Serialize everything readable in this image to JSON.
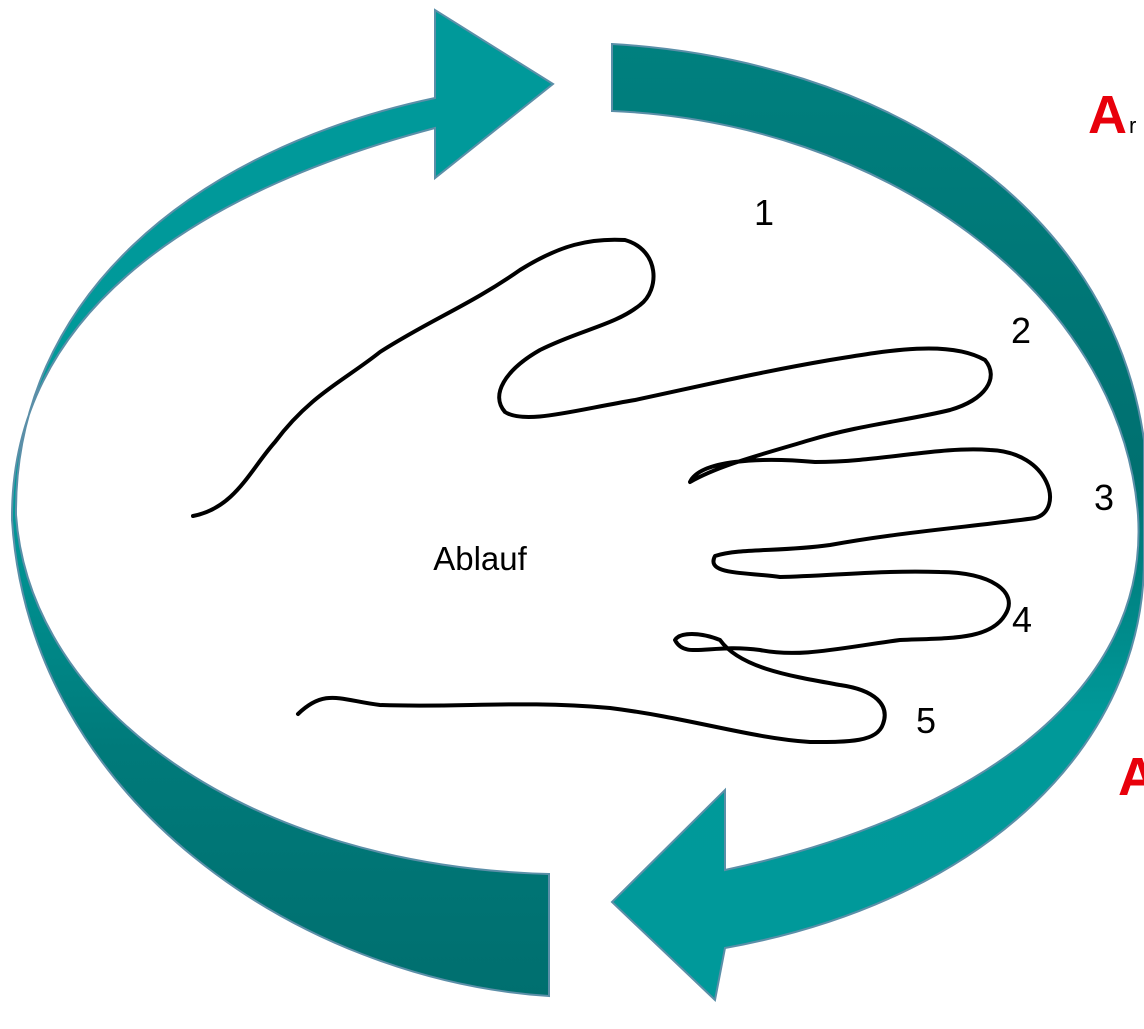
{
  "diagram": {
    "center_label": "Ablauf",
    "finger_numbers": [
      "1",
      "2",
      "3",
      "4",
      "5"
    ],
    "edge_letters": [
      "A",
      "A"
    ],
    "edge_letter_suffix": "r",
    "colors": {
      "arrow_fill_light": "#00999a",
      "arrow_fill_dark": "#007373",
      "arrow_stroke": "#5b8fa8",
      "outline": "#000000",
      "letter_accent": "#e8000b",
      "text": "#000000"
    }
  }
}
